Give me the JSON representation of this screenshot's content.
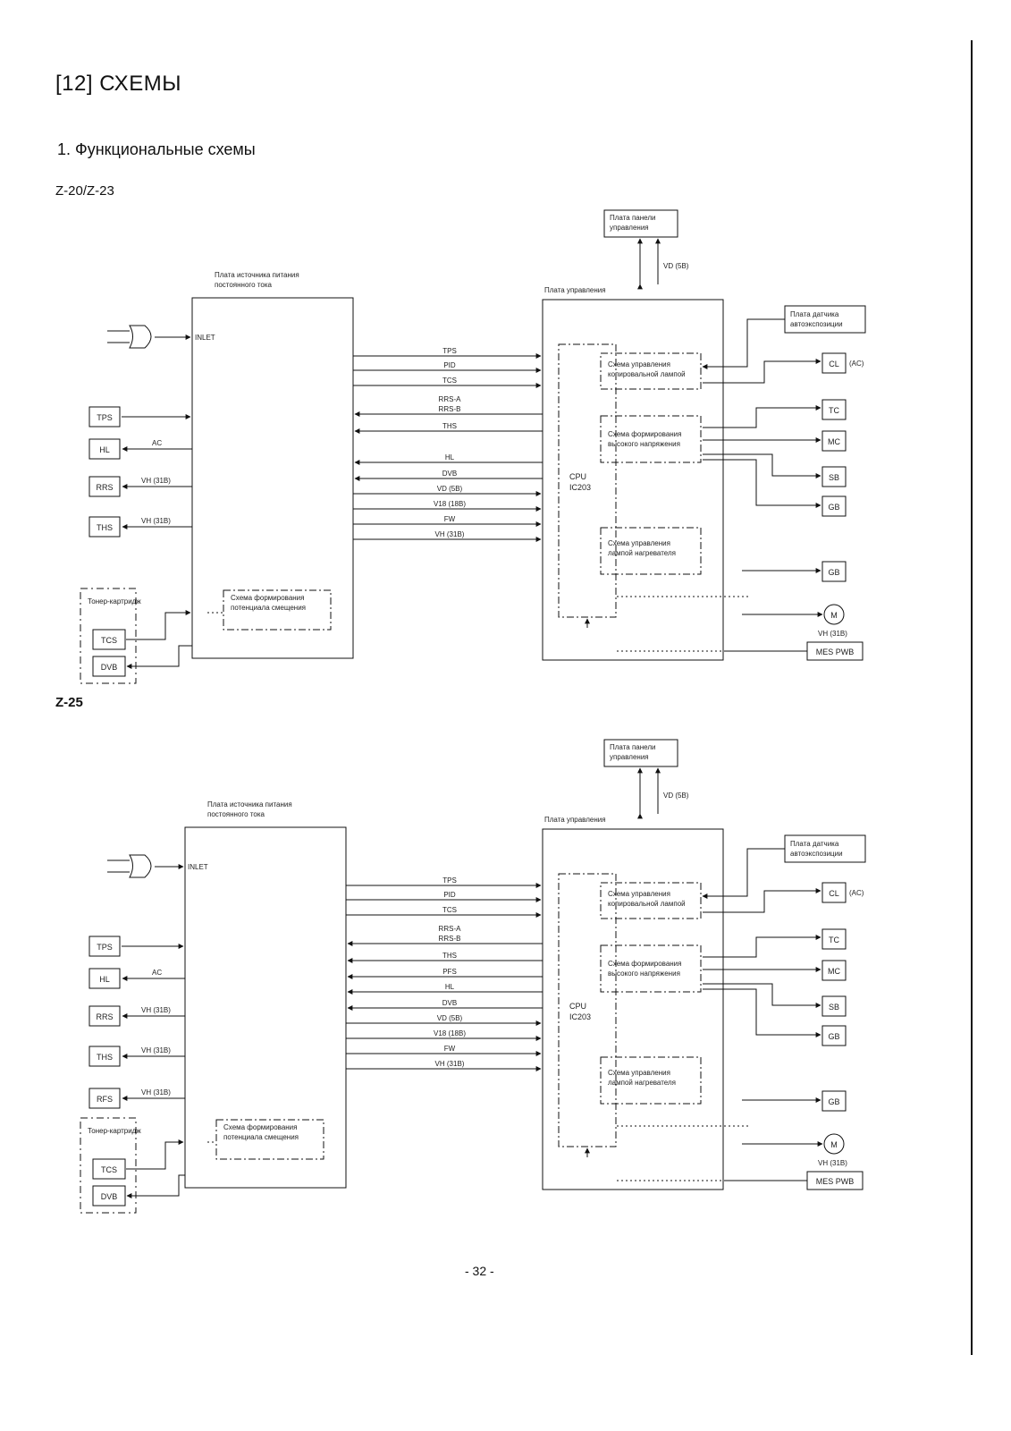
{
  "page": {
    "title": "[12] СХЕМЫ",
    "section": "1. Функциональные схемы",
    "page_number": "- 32 -"
  },
  "diagrams": [
    {
      "model": "Z-20/Z-23",
      "panel_board": "Плата панели управления",
      "vd": "VD (5В)",
      "psu_title": "Плата источника питания постоянного тока",
      "ctrl_title": "Плата управления",
      "inlet": "INLET",
      "left_parts": [
        "TPS",
        "HL",
        "RRS",
        "THS"
      ],
      "left_signals": [
        "AC",
        "VH (31В)",
        "VH (31В)"
      ],
      "toner": "Тонер-картридж",
      "toner_parts": [
        "TCS",
        "DVB"
      ],
      "bias_circuit": "Схема формирования потенциала смещения",
      "bus_signals": [
        "TPS",
        "PID",
        "TCS",
        "RRS-A",
        "RRS-B",
        "THS",
        "HL",
        "DVB",
        "VD (5В)",
        "V18 (18В)",
        "FW",
        "VH (31В)"
      ],
      "cpu": "CPU IC203",
      "copy_lamp_ctrl": "Схема управления копировальной лампой",
      "hv_circuit": "Схема формирования высокого напряжения",
      "heater_ctrl": "Схема управления лампой нагревателя",
      "ae_board": "Плата датчика автоэкспозиции",
      "right_parts": [
        "CL",
        "TC",
        "MC",
        "SB",
        "GB",
        "GB"
      ],
      "cl_ac": "(AC)",
      "motor": "M",
      "motor_v": "VH (31В)",
      "mes": "MES PWB"
    },
    {
      "model": "Z-25",
      "panel_board": "Плата панели управления",
      "vd": "VD (5В)",
      "psu_title": "Плата источника питания постоянного тока",
      "ctrl_title": "Плата управления",
      "inlet": "INLET",
      "left_parts": [
        "TPS",
        "HL",
        "RRS",
        "THS",
        "RFS"
      ],
      "left_signals": [
        "AC",
        "VH (31В)",
        "VH (31В)",
        "VH (31В)"
      ],
      "toner": "Тонер-картридж",
      "toner_parts": [
        "TCS",
        "DVB"
      ],
      "bias_circuit": "Схема формирования потенциала смещения",
      "bus_signals": [
        "TPS",
        "PID",
        "TCS",
        "RRS-A",
        "RRS-B",
        "THS",
        "PFS",
        "HL",
        "DVB",
        "VD (5В)",
        "V18 (18В)",
        "FW",
        "VH (31В)"
      ],
      "cpu": "CPU IC203",
      "copy_lamp_ctrl": "Схема управления копировальной лампой",
      "hv_circuit": "Схема формирования высокого напряжения",
      "heater_ctrl": "Схема управления лампой нагревателя",
      "ae_board": "Плата датчика автоэкспозиции",
      "right_parts": [
        "CL",
        "TC",
        "MC",
        "SB",
        "GB",
        "GB"
      ],
      "cl_ac": "(AC)",
      "motor": "M",
      "motor_v": "VH (31В)",
      "mes": "MES PWB"
    }
  ]
}
